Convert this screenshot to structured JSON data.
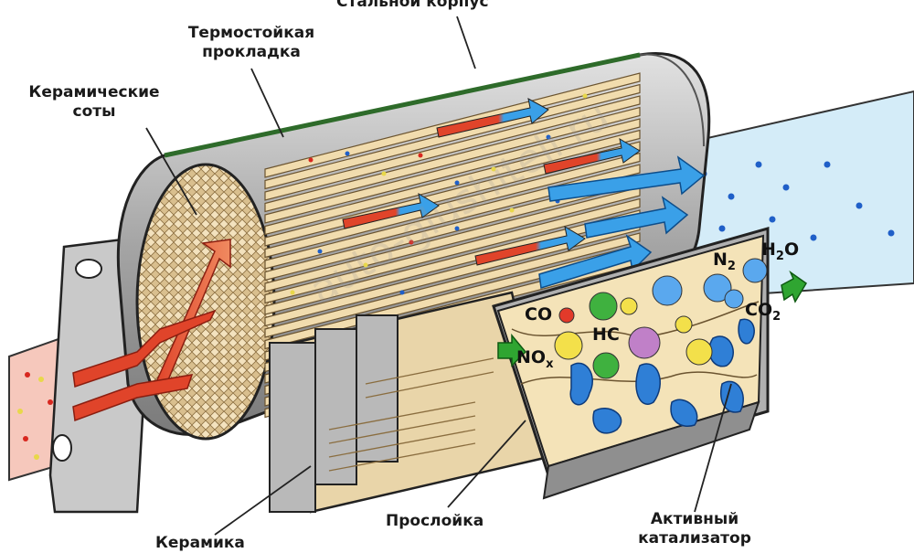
{
  "labels": {
    "steel_casing": "Стальной корпус",
    "gasket_line1": "Термостойкая",
    "gasket_line2": "прокладка",
    "ceramic_line1": "Керамические",
    "ceramic_line2": "соты",
    "ceramics": "Керамика",
    "washcoat": "Прослойка",
    "active_line1": "Активный",
    "active_line2": "катализатор"
  },
  "chemistry": {
    "co": "CO",
    "hc": "HC",
    "nox_main": "NO",
    "nox_sub": "x",
    "n2_main": "N",
    "n2_sub": "2",
    "h2o_main": "H",
    "h2o_sub": "2",
    "h2o_tail": "O",
    "co2_main": "CO",
    "co2_sub": "2"
  },
  "watermark": "auto-glushiteli.ru",
  "colors": {
    "casing": "#9a9a9a",
    "honeycomb": "#e8d2a8",
    "hot_flow": "#e0442a",
    "clean_flow": "#3aa0e8",
    "green_arrow": "#2fa531",
    "pipe_in": "#f6c8bc",
    "pipe_out": "#d4ecf8"
  }
}
